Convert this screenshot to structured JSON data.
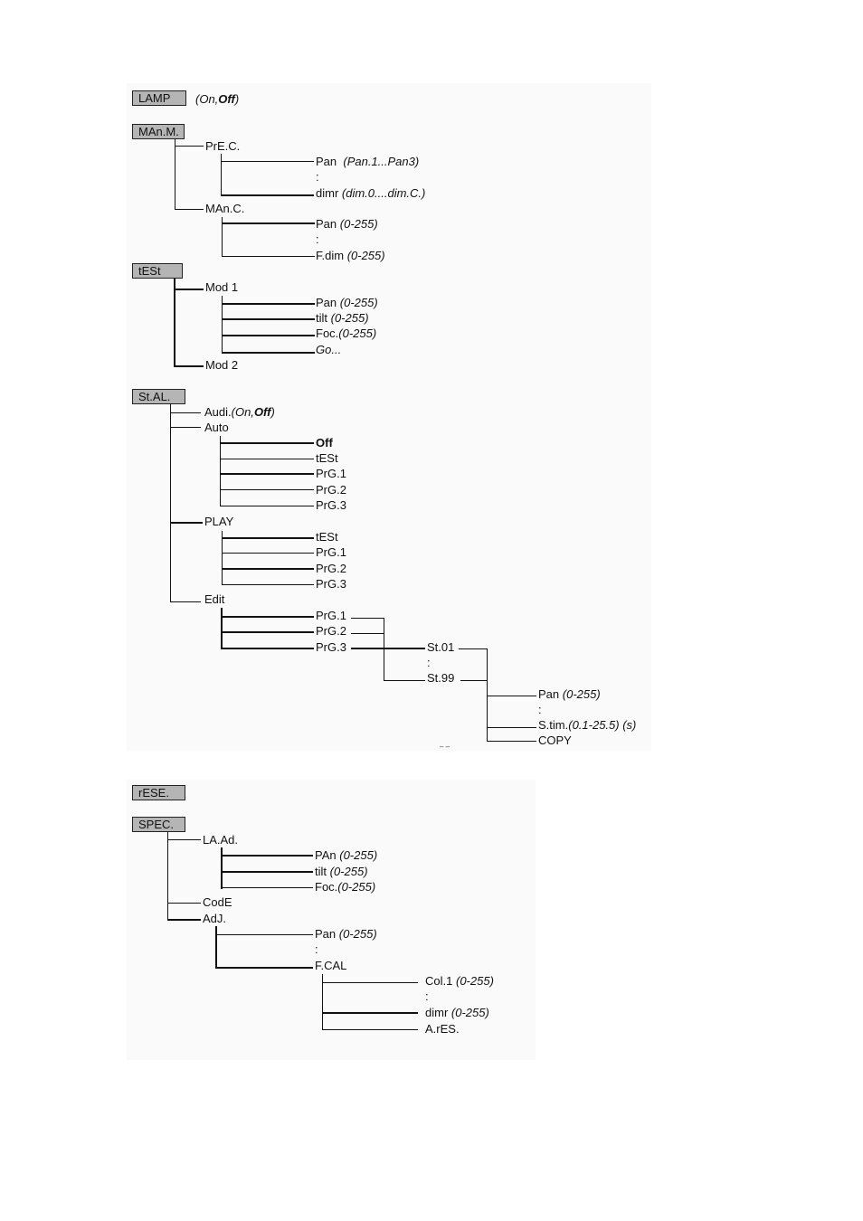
{
  "nodes": {
    "lamp": "LAMP",
    "lamp_opts_prefix": "(On,",
    "lamp_opts_bold": "Off",
    "lamp_opts_suffix": ")",
    "mann": "MAn.M.",
    "prec": "PrE.C.",
    "prec_pan": "Pan",
    "prec_pan_range": "(Pan.1...Pan3)",
    "prec_colon": ":",
    "prec_dimr": "dimr",
    "prec_dimr_range": "(dim.0....dim.C.)",
    "manc": "MAn.C.",
    "manc_pan": "Pan",
    "manc_pan_range": "(0-255)",
    "manc_colon": ":",
    "manc_fdim": "F.dim",
    "manc_fdim_range": "(0-255)",
    "test": "tESt",
    "mod1": "Mod 1",
    "mod1_pan": "Pan",
    "mod1_pan_range": "(0-255)",
    "mod1_tilt": "tilt",
    "mod1_tilt_range": "(0-255)",
    "mod1_foc": "Foc.",
    "mod1_foc_range": "(0-255)",
    "mod1_go": "Go...",
    "mod2": "Mod 2",
    "stal": "St.AL.",
    "audi": "Audi.",
    "audi_opts_prefix": "(On,",
    "audi_opts_bold": "Off",
    "audi_opts_suffix": ")",
    "auto": "Auto",
    "auto_off": "Off",
    "auto_test": "tESt",
    "auto_prg1": "PrG.1",
    "auto_prg2": "PrG.2",
    "auto_prg3": "PrG.3",
    "play": "PLAY",
    "play_test": "tESt",
    "play_prg1": "PrG.1",
    "play_prg2": "PrG.2",
    "play_prg3": "PrG.3",
    "edit": "Edit",
    "edit_prg1": "PrG.1",
    "edit_prg2": "PrG.2",
    "edit_prg3": "PrG.3",
    "st01": "St.01",
    "st_colon": ":",
    "st99": "St.99",
    "step_pan": "Pan",
    "step_pan_range": "(0-255)",
    "step_colon": ":",
    "step_stim": "S.tim.",
    "step_stim_range": "(0.1-25.5) (s)",
    "step_copy": "COPY",
    "page_fragment": "– –",
    "rese": "rESE.",
    "spec": "SPEC.",
    "laad": "LA.Ad.",
    "laad_pan": "PAn",
    "laad_pan_range": "(0-255)",
    "laad_tilt": "tilt",
    "laad_tilt_range": "(0-255)",
    "laad_foc": "Foc.",
    "laad_foc_range": "(0-255)",
    "code": "CodE",
    "adj": "AdJ.",
    "adj_pan": "Pan",
    "adj_pan_range": "(0-255)",
    "adj_colon": ":",
    "fcal": "F.CAL",
    "fcal_col1": "Col.1",
    "fcal_col1_range": "(0-255)",
    "fcal_colon": ":",
    "fcal_dimr": "dimr",
    "fcal_dimr_range": "(0-255)",
    "fcal_ares": "A.rES."
  }
}
